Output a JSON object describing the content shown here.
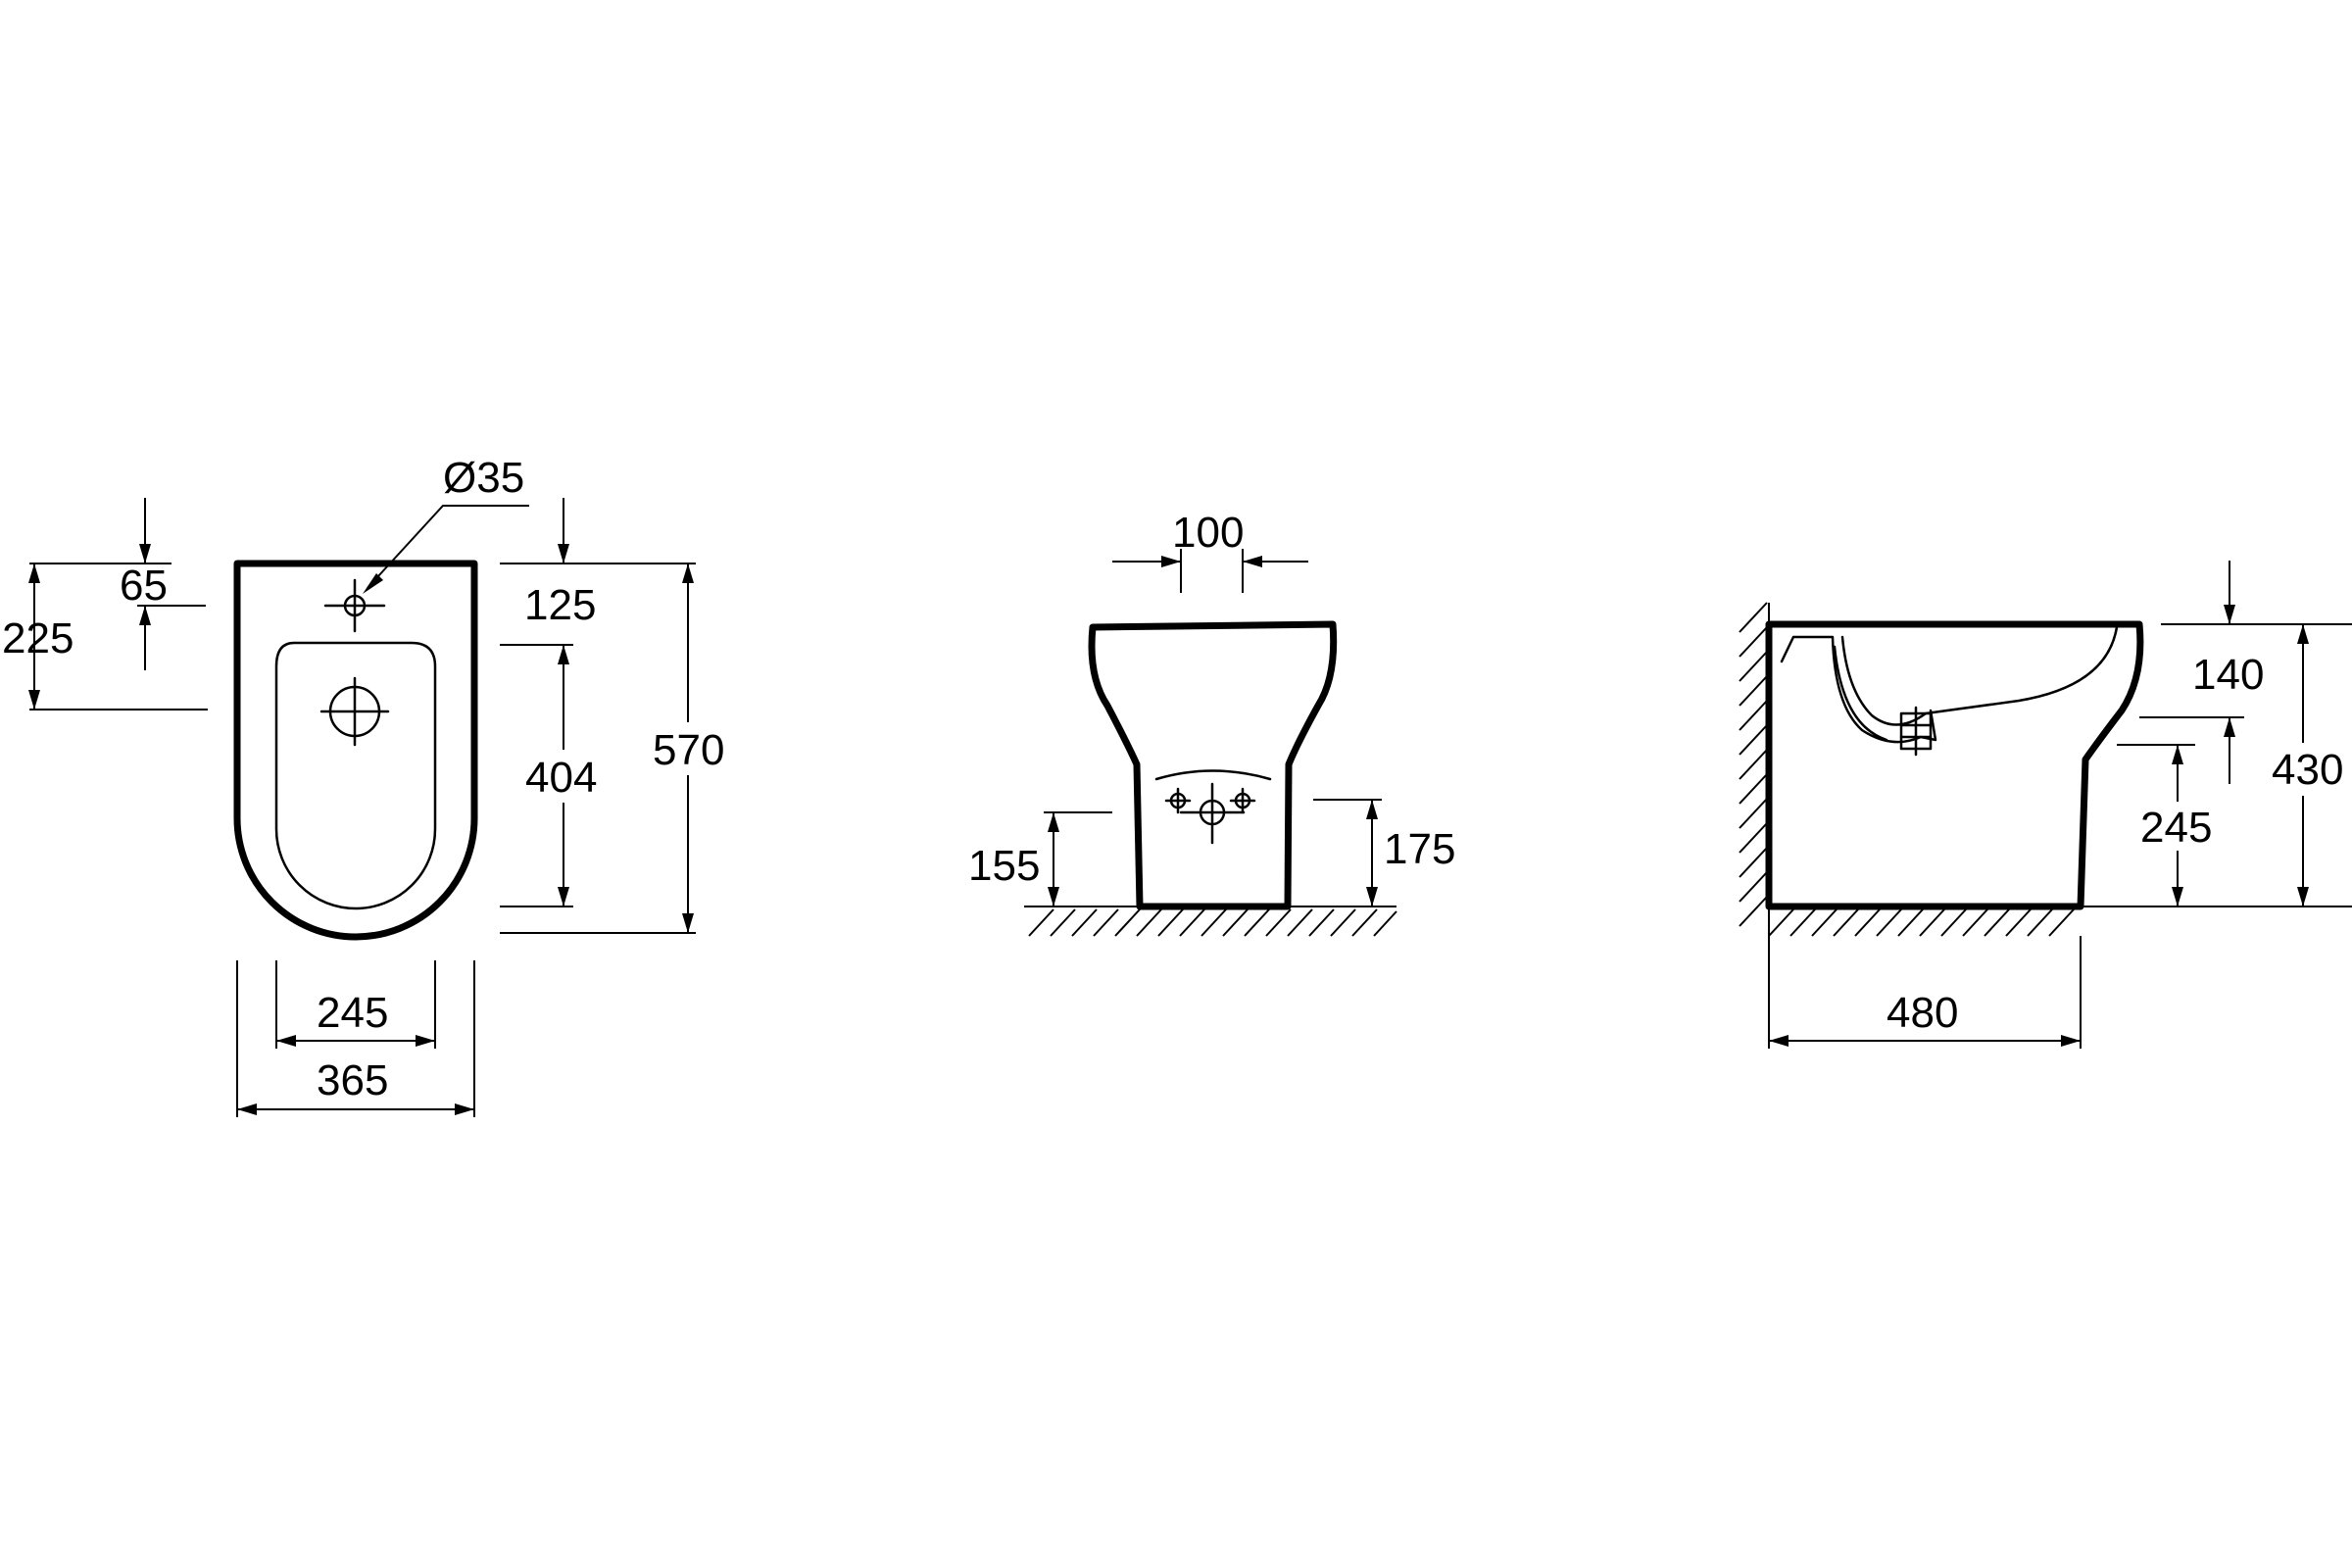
{
  "top_view": {
    "dia_hole": "Ø35",
    "dim_65": "65",
    "dim_225": "225",
    "dim_125": "125",
    "dim_404": "404",
    "dim_570": "570",
    "dim_245": "245",
    "dim_365": "365"
  },
  "front_view": {
    "dim_100": "100",
    "dim_155": "155",
    "dim_175": "175"
  },
  "side_view": {
    "dim_140": "140",
    "dim_245": "245",
    "dim_430": "430",
    "dim_480": "480"
  },
  "colors": {
    "line": "#000000",
    "background": "#ffffff"
  }
}
